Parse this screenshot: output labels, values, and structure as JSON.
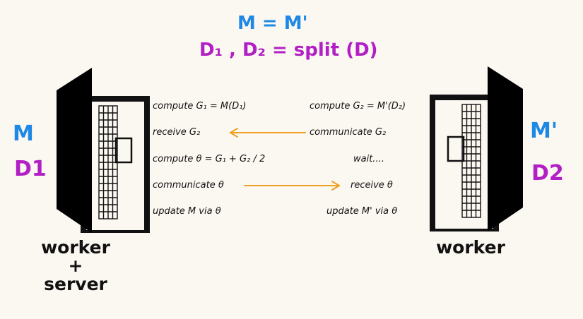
{
  "colors": {
    "model": "#1e88e5",
    "data": "#b21fc4",
    "arrow": "#f0a020",
    "ink": "#111111",
    "background": "#fbf7f1"
  },
  "equations": {
    "model_eq": "M = M'",
    "data_eq": "D₁ , D₂ =  split (D)"
  },
  "left_worker": {
    "model_label": "M",
    "data_label": "D1",
    "caption_line1": "worker",
    "caption_line2": "+",
    "caption_line3": "server"
  },
  "right_worker": {
    "model_label": "M'",
    "data_label": "D2",
    "caption": "worker"
  },
  "left_steps": [
    "compute G₁ = M(D₁)",
    "receive G₂",
    "compute θ = G₁ + G₂ / 2",
    "communicate θ",
    "update M via θ"
  ],
  "right_steps": [
    "compute G₂ = M'(D₂)",
    "communicate G₂",
    "wait....",
    "receive θ",
    "update M' via θ"
  ],
  "icons": {
    "left_device": "laptop-icon",
    "right_device": "laptop-icon",
    "arrow_1": "arrow-left-icon",
    "arrow_2": "arrow-right-icon"
  }
}
